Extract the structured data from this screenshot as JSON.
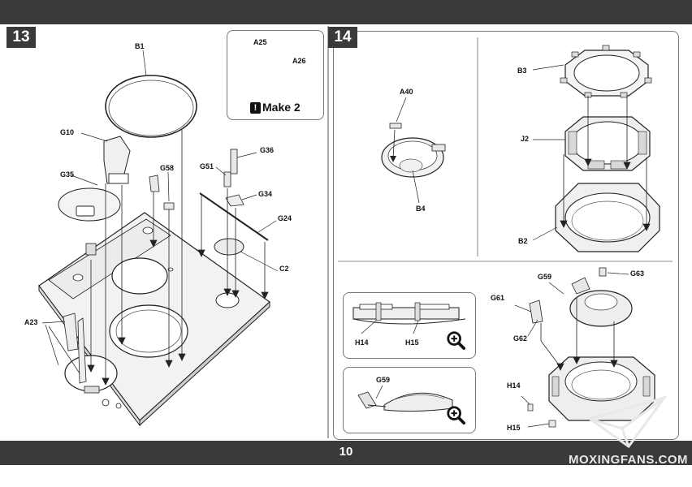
{
  "page_number": "10",
  "watermark": "MOXINGFANS.COM",
  "step13": {
    "number": "13",
    "labels": {
      "B1": "B1",
      "G10": "G10",
      "G35": "G35",
      "G58": "G58",
      "G51": "G51",
      "G36": "G36",
      "G34": "G34",
      "G24": "G24",
      "C2": "C2",
      "A23": "A23"
    },
    "inset": {
      "labels": {
        "A25": "A25",
        "A26": "A26"
      },
      "make_text": "Make 2",
      "make_icon": "!"
    }
  },
  "step14": {
    "number": "14",
    "labels": {
      "A40": "A40",
      "B4": "B4",
      "B3": "B3",
      "J2": "J2",
      "B2": "B2",
      "G59": "G59",
      "G63": "G63",
      "G61": "G61",
      "G62": "G62",
      "H14": "H14",
      "H15": "H15"
    },
    "detail_top": {
      "labels": {
        "H14": "H14",
        "H15": "H15"
      },
      "icon": "zoom-icon"
    },
    "detail_bottom": {
      "labels": {
        "G59": "G59"
      },
      "icon": "zoom-icon"
    }
  },
  "colors": {
    "bar": "#3a3a3a",
    "line": "#222222",
    "part_fill": "#f2f2f2"
  }
}
